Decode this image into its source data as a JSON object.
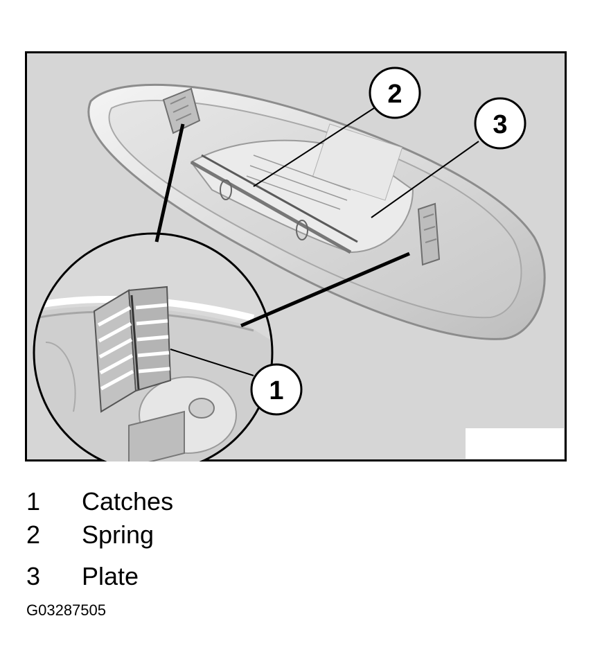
{
  "callouts": [
    {
      "number": "1",
      "label": "Catches"
    },
    {
      "number": "2",
      "label": "Spring"
    },
    {
      "number": "3",
      "label": "Plate"
    }
  ],
  "figure_id": "G03287505"
}
